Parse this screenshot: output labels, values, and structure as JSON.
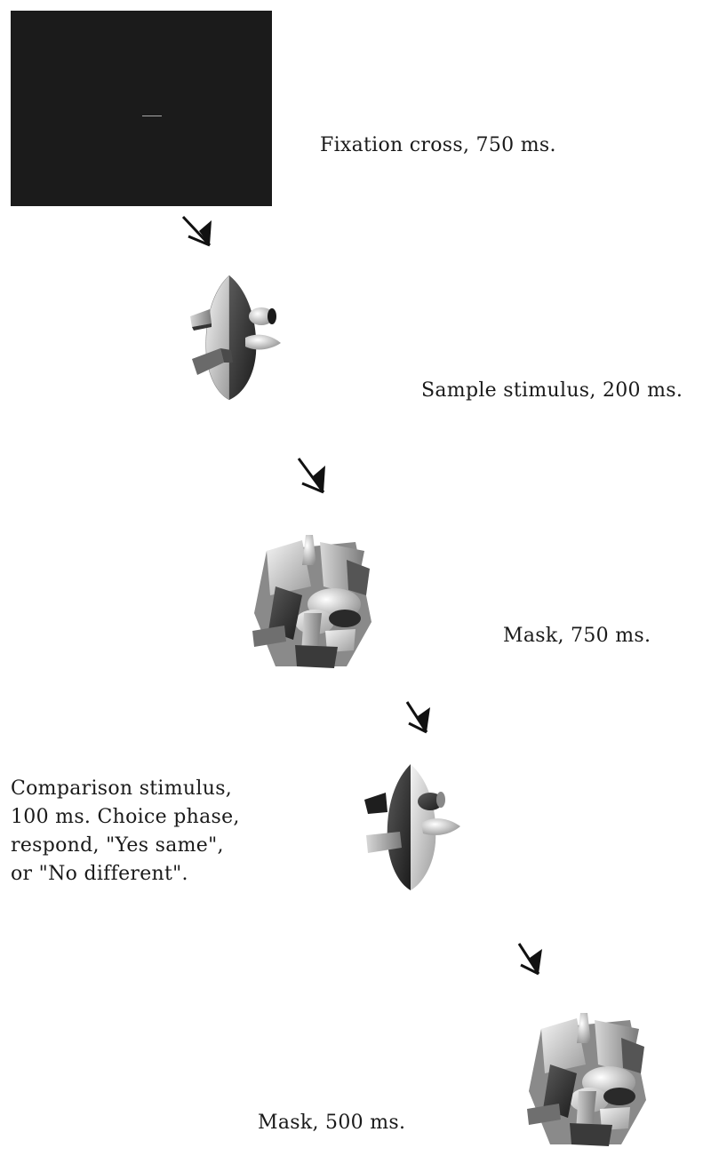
{
  "steps": {
    "fixation": "Fixation cross, 750 ms.",
    "sample": "Sample stimulus, 200 ms.",
    "mask1": "Mask, 750 ms.",
    "comparison": "Comparison stimulus,\n100 ms.  Choice phase,\nrespond, \"Yes same\",\nor \"No different\".",
    "mask2": "Mask, 500 ms."
  },
  "icons": {
    "arrow": "arrow-down-right-icon",
    "fixation_screen": "fixation-screen",
    "sample_object": "geon-object",
    "mask_object": "mask-collage",
    "comparison_object": "geon-object-rotated"
  }
}
